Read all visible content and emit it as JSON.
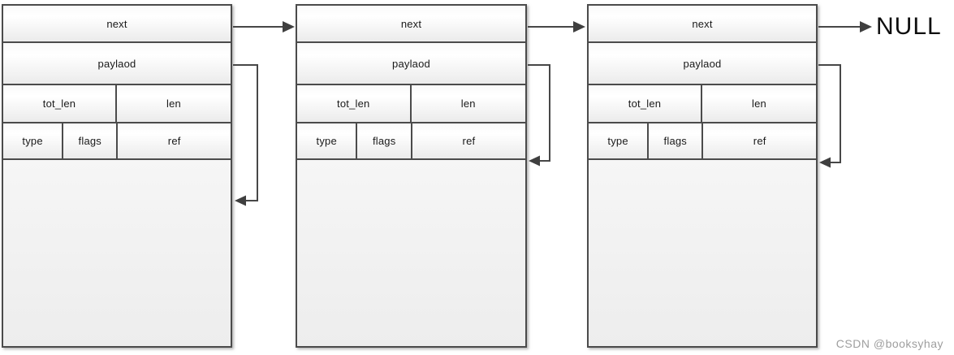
{
  "diagram": {
    "type": "linked-list-of-pbuf-structs",
    "null_label": "NULL",
    "watermark": "CSDN @booksyhay"
  },
  "nodes": [
    {
      "next": "next",
      "payload": "paylaod",
      "tot_len": "tot_len",
      "len": "len",
      "type": "type",
      "flags": "flags",
      "ref": "ref"
    },
    {
      "next": "next",
      "payload": "paylaod",
      "tot_len": "tot_len",
      "len": "len",
      "type": "type",
      "flags": "flags",
      "ref": "ref"
    },
    {
      "next": "next",
      "payload": "paylaod",
      "tot_len": "tot_len",
      "len": "len",
      "type": "type",
      "flags": "flags",
      "ref": "ref"
    }
  ],
  "colors": {
    "border": "#4b4b4b",
    "arrow": "#3f3f3f",
    "text": "#1a1a1a",
    "null_text": "#0d0d0d",
    "watermark": "#9e9e9e",
    "cell_gradient_top": "#ffffff",
    "cell_gradient_bottom": "#ebebeb"
  }
}
